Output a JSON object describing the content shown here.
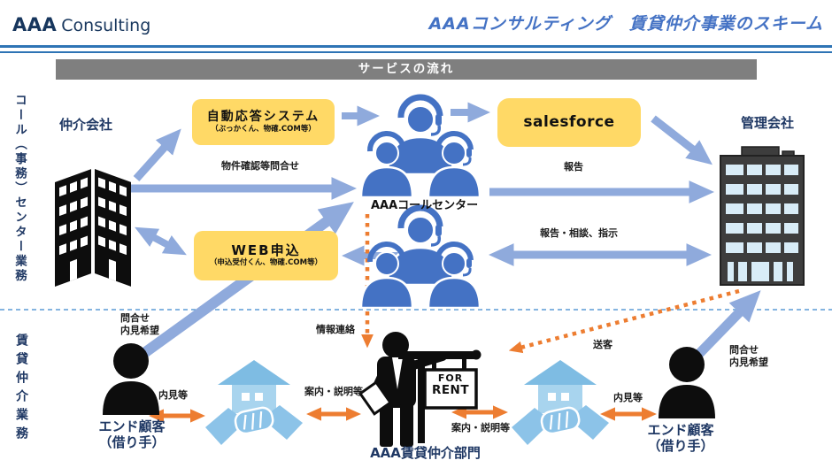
{
  "header": {
    "logo_bold": "AAA",
    "logo_rest": "Consulting",
    "title": "AAAコンサルティング　賃貸仲介事業のスキーム"
  },
  "banner": {
    "label": "サービスの流れ"
  },
  "side": {
    "top": "コール（事務）センター業務",
    "bottom": "賃貸仲介業務"
  },
  "nodes": {
    "broker": "仲介会社",
    "manager": "管理会社",
    "call_center": "AAAコールセンター",
    "auto_box": {
      "title": "自動応答システム",
      "sub": "（ぶっかくん、物確.COM等）"
    },
    "sf_box": {
      "title": "salesforce"
    },
    "web_box": {
      "title": "WEB申込",
      "sub": "（申込受付くん、物確.COM等）"
    },
    "end_left": {
      "l1": "エンド顧客",
      "l2": "（借り手）"
    },
    "end_right": {
      "l1": "エンド顧客",
      "l2": "（借り手）"
    },
    "dept": "AAA賃貸仲介部門",
    "sign": {
      "l1": "FOR",
      "l2": "RENT"
    }
  },
  "edges": {
    "inquiry_props": "物件確認等問合せ",
    "report": "報告",
    "report_consult": "報告・相談、指示",
    "ask_left": {
      "l1": "問合せ",
      "l2": "内見希望"
    },
    "info": "情報連絡",
    "send": "送客",
    "ask_right": {
      "l1": "問合せ",
      "l2": "内見希望"
    },
    "view_left": "内見等",
    "guide_left": "案内・説明等",
    "guide_right": "案内・説明等",
    "view_right": "内見等"
  },
  "colors": {
    "navy": "#1F3864",
    "title_blue": "#4472C4",
    "arrow_blue": "#8FAADC",
    "people_blue": "#4472C4",
    "icon_blue": "#8CC3E8",
    "yellow": "#FFD966",
    "orange": "#ED7D31",
    "banner_gray": "#7f7f7f",
    "divider_blue": "#5B9BD5"
  }
}
